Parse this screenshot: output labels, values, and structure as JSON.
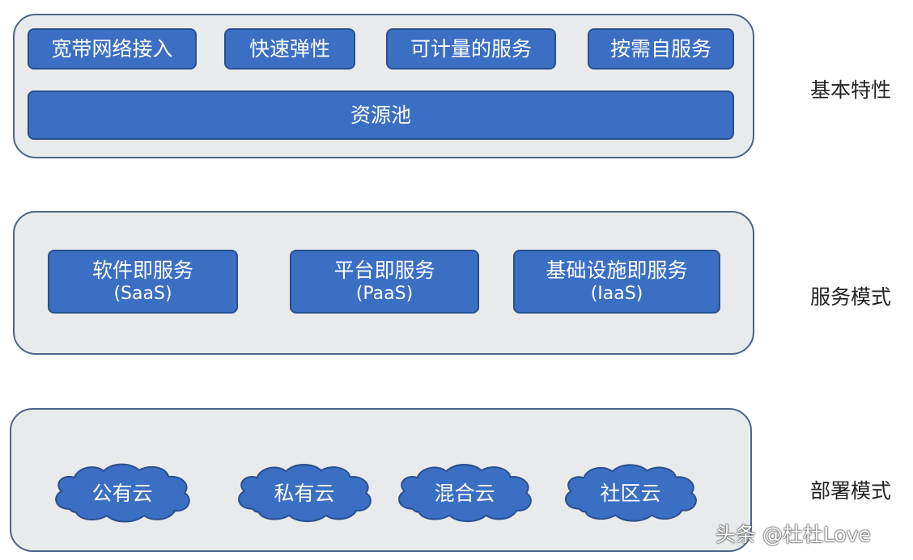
{
  "layers": {
    "basic": {
      "label": "基本特性",
      "features": [
        "宽带网络接入",
        "快速弹性",
        "可计量的服务",
        "按需自服务"
      ],
      "pool": "资源池"
    },
    "service": {
      "label": "服务模式",
      "models": [
        {
          "name": "软件即服务",
          "abbr": "(SaaS)"
        },
        {
          "name": "平台即服务",
          "abbr": "(PaaS)"
        },
        {
          "name": "基础设施即服务",
          "abbr": "(IaaS)"
        }
      ]
    },
    "deploy": {
      "label": "部署模式",
      "clouds": [
        "公有云",
        "私有云",
        "混合云",
        "社区云"
      ]
    }
  },
  "watermark": "头条 @杜杜Love",
  "colors": {
    "box_fill": "#3b6fc4",
    "box_border": "#2a4f8c",
    "panel_fill": "#e8eaec",
    "panel_border": "#4f6484"
  }
}
